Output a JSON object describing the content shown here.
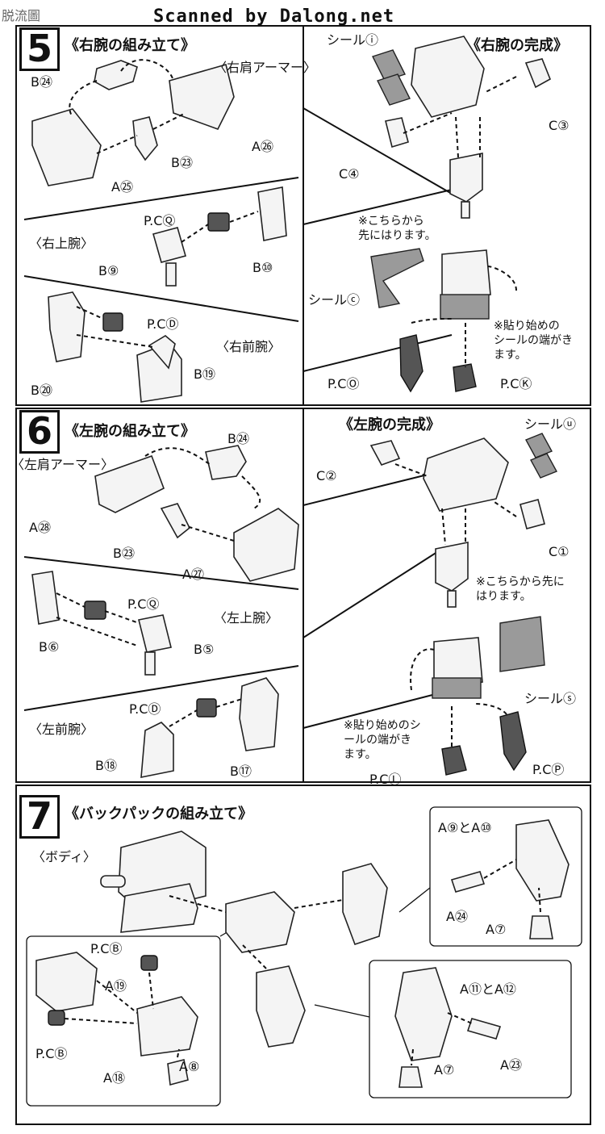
{
  "watermark": "脱流圖",
  "credit": "Scanned by Dalong.net",
  "steps": [
    {
      "number": "5",
      "title": "《右腕の組み立て》",
      "complete_title": "《右腕の完成》",
      "sub_labels": [
        "〈右肩アーマー〉",
        "〈右上腕〉",
        "〈右前腕〉"
      ],
      "parts": [
        "B㉔",
        "A㉖",
        "B㉓",
        "A㉕",
        "P.CⓆ",
        "B⑨",
        "B⑩",
        "P.CⒹ",
        "B⑳",
        "B⑲"
      ],
      "complete_parts": [
        "シールⓘ",
        "C③",
        "C④",
        "シールⓒ",
        "P.CⓄ",
        "P.CⓀ"
      ],
      "notes": [
        "※こちらから\n先にはります。",
        "※貼り始めの\nシールの端がき\nます。"
      ]
    },
    {
      "number": "6",
      "title": "《左腕の組み立て》",
      "complete_title": "《左腕の完成》",
      "sub_labels": [
        "〈左肩アーマー〉",
        "〈左上腕〉",
        "〈左前腕〉"
      ],
      "parts": [
        "B㉔",
        "A㉘",
        "B㉓",
        "A㉗",
        "P.CⓆ",
        "B⑥",
        "B⑤",
        "P.CⒹ",
        "B⑱",
        "B⑰"
      ],
      "complete_parts": [
        "シールⓤ",
        "C②",
        "C①",
        "シールⓢ",
        "P.CⓁ",
        "P.CⓅ"
      ],
      "notes": [
        "※こちらから先に\nはります。",
        "※貼り始めのシ\nールの端がき\nます。"
      ]
    },
    {
      "number": "7",
      "title": "《バックパックの組み立て》",
      "sub_labels": [
        "〈ボディ〉"
      ],
      "parts": [
        "P.CⒷ",
        "A⑲",
        "P.CⒷ",
        "A⑱",
        "A⑧",
        "A⑨とA⑩",
        "A㉔",
        "A⑦",
        "A⑪とA⑫",
        "A⑦",
        "A㉓"
      ]
    }
  ]
}
